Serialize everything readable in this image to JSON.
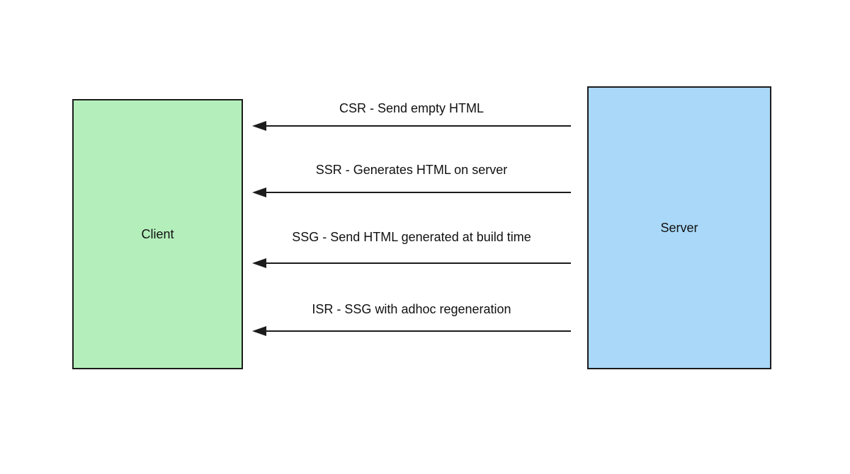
{
  "diagram": {
    "client_box": {
      "label": "Client",
      "fill": "#b4efbb",
      "stroke": "#1c1c1c"
    },
    "server_box": {
      "label": "Server",
      "fill": "#a9d8f8",
      "stroke": "#1c1c1c"
    },
    "arrow_color": "#1c1c1c",
    "messages": [
      {
        "label": "CSR - Send empty HTML",
        "direction": "server-to-client"
      },
      {
        "label": "SSR - Generates HTML on server",
        "direction": "server-to-client"
      },
      {
        "label": "SSG - Send HTML generated at build time",
        "direction": "server-to-client"
      },
      {
        "label": "ISR - SSG with adhoc regeneration",
        "direction": "server-to-client"
      }
    ]
  }
}
